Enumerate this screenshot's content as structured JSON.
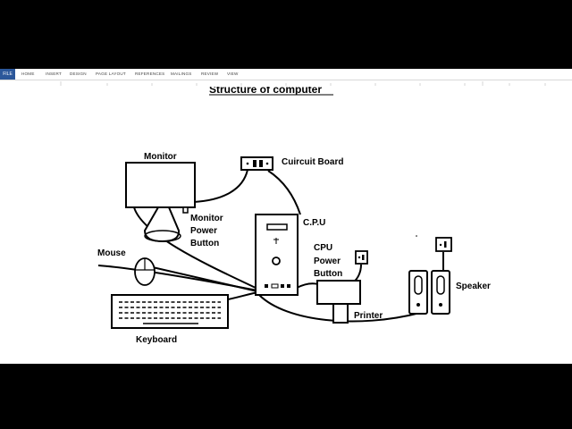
{
  "ribbon": {
    "file_tab": "FILE",
    "tabs": [
      {
        "label": "HOME"
      },
      {
        "label": "INSERT"
      },
      {
        "label": "DESIGN"
      },
      {
        "label": "PAGE LAYOUT"
      },
      {
        "label": "REFERENCES"
      },
      {
        "label": "MAILINGS"
      },
      {
        "label": "REVIEW"
      },
      {
        "label": "VIEW"
      }
    ]
  },
  "document": {
    "title": "Structure of computer",
    "labels": {
      "monitor": "Monitor",
      "circuit_board": "Cuircuit Board",
      "monitor_power_1": "Monitor",
      "monitor_power_2": "Power",
      "monitor_power_3": "Button",
      "cpu": "C.P.U",
      "cpu_power_1": "CPU",
      "cpu_power_2": "Power",
      "cpu_power_3": "Button",
      "mouse": "Mouse",
      "speaker": "Speaker",
      "printer": "Printer",
      "keyboard": "Keyboard"
    }
  }
}
